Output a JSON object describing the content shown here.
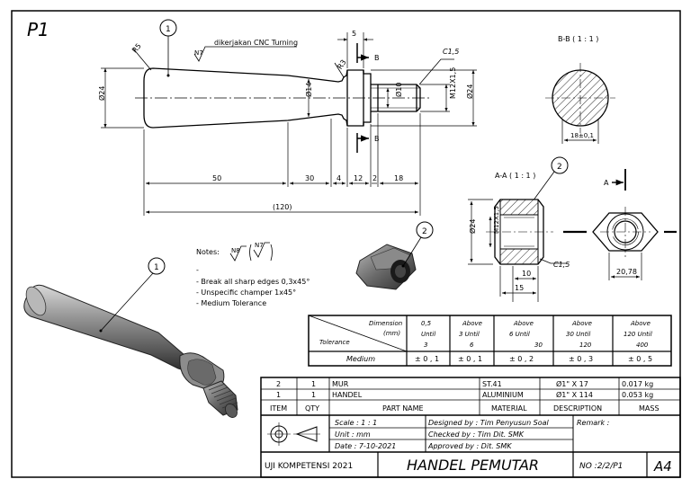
{
  "sheet_label": "P1",
  "balloons": {
    "handle": "1",
    "nut": "2"
  },
  "machining_note": "dikerjakan CNC Turning",
  "roughness": {
    "n7": "N7",
    "n8": "N8"
  },
  "dims": {
    "r5": "R5",
    "r3": "R3",
    "dia24": "Ø24",
    "dia14": "Ø14",
    "dia10": "Ø10",
    "m12": "M12X1,5",
    "dia24b": "Ø24",
    "w5": "5",
    "c15": "C1,5",
    "l50": "50",
    "l30": "30",
    "l4": "4",
    "l12": "12",
    "l2": "2",
    "l18": "18",
    "l120": "(120)"
  },
  "section_b": {
    "title": "B-B ( 1 : 1 )",
    "dim": "18±0,1",
    "letter": "B"
  },
  "section_a": {
    "title": "A-A ( 1 : 1 )",
    "d24": "Ø24",
    "m12": "M12X1,5",
    "c15": "C1,5",
    "l10": "10",
    "l15": "15",
    "letter": "A"
  },
  "nut_view": {
    "dim": "20,78"
  },
  "notes": {
    "label": "Notes:",
    "dash": "-",
    "lines": [
      "- Break all sharp edges 0,3x45°",
      "- Unspecific champer 1x45°",
      "- Medium Tolerance"
    ]
  },
  "tolerance_table": {
    "dimension_label": "Dimension",
    "mm_label": "(mm)",
    "tolerance_label": "Tolerance",
    "cols": [
      [
        "0,5",
        "Until",
        "3"
      ],
      [
        "Above",
        "3 Until",
        "6"
      ],
      [
        "Above",
        "6 Until",
        "30"
      ],
      [
        "Above",
        "30 Until",
        "120"
      ],
      [
        "Above",
        "120 Until",
        "400"
      ]
    ],
    "row_label": "Medium",
    "values": [
      "± 0 , 1",
      "± 0 , 1",
      "± 0 , 2",
      "± 0 , 3",
      "± 0 , 5"
    ]
  },
  "parts_list": {
    "rows": [
      {
        "item": "2",
        "qty": "1",
        "name": "MUR",
        "material": "ST.41",
        "description": "Ø1\" X 17",
        "mass": "0.017 kg"
      },
      {
        "item": "1",
        "qty": "1",
        "name": "HANDEL",
        "material": "ALUMINIUM",
        "description": "Ø1\" X 114",
        "mass": "0.053 kg"
      }
    ],
    "headers": {
      "item": "ITEM",
      "qty": "QTY",
      "name": "PART NAME",
      "material": "MATERIAL",
      "description": "DESCRIPTION",
      "mass": "MASS"
    }
  },
  "title_block": {
    "scale": "Scale  :  1 : 1",
    "unit": "Unit    :  mm",
    "date": "Date  :  7-10-2021",
    "designed": "Designed by  : Tim Penyusun Soal",
    "checked": "Checked by   : Tim Dit. SMK",
    "approved": "Approved by  : Dit. SMK",
    "remark": "Remark :",
    "exam": "UJI KOMPETENSI 2021",
    "title": "HANDEL PEMUTAR",
    "number": "NO :2/2/P1",
    "size": "A4"
  }
}
